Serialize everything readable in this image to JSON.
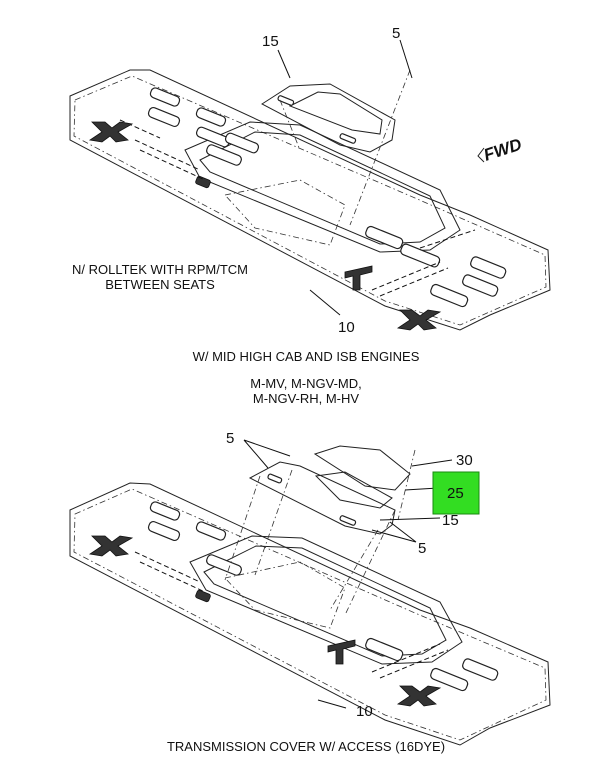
{
  "top_view": {
    "callouts": {
      "c15": "15",
      "c5": "5",
      "c10": "10"
    },
    "note": [
      "N/ ROLLTEK WITH RPM/TCM",
      "BETWEEN SEATS"
    ],
    "fwd": "FWD"
  },
  "caption_1": "W/ MID HIGH CAB AND ISB ENGINES",
  "caption_2": [
    "M-MV, M-NGV-MD,",
    "M-NGV-RH, M-HV"
  ],
  "bottom_view": {
    "callouts": {
      "c5a": "5",
      "c30": "30",
      "c25": "25",
      "c15": "15",
      "c5b": "5",
      "c10": "10"
    },
    "highlight_color": "#33dd22"
  },
  "caption_3": "TRANSMISSION COVER W/ ACCESS (16DYE)"
}
